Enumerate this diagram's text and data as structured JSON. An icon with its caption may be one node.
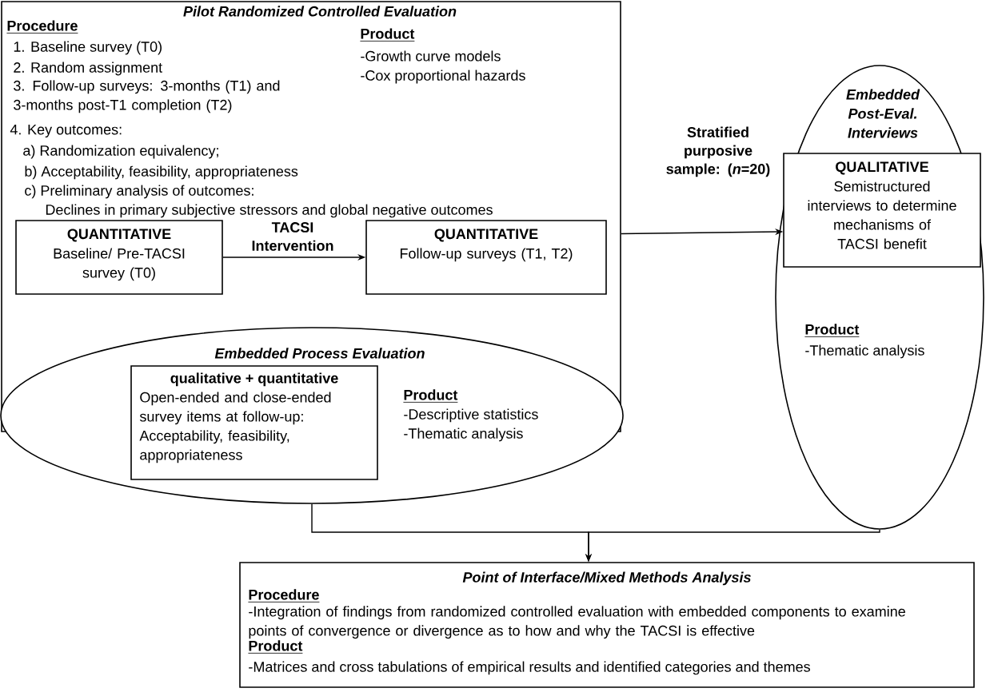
{
  "diagram": {
    "nodes": [
      {
        "text": [
          "Pilot Randomized Controlled Evaluation",
          "Procedure",
          "1. Baseline survey (T0)",
          "2. Random assignment",
          "3. Follow-up surveys: 3-months (T1) and 3-months post-T1 completion (T2)",
          "4. Key outcomes:",
          "a) Randomization equivalency;",
          "b) Acceptability, feasibility, appropriateness",
          "c) Preliminary analysis of outcomes:",
          "Declines in primary subjective stressors and global negative outcomes",
          "Product",
          "-Growth curve models",
          "-Cox proportional hazards"
        ]
      },
      {
        "text": [
          "QUANTITATIVE",
          "Baseline/ Pre-TACSI survey (T0)"
        ],
        "in": 0
      },
      {
        "text": [
          "QUANTITATIVE",
          "Follow-up surveys (T1, T2)"
        ],
        "in": 0
      },
      {
        "text": [
          "Embedded Process Evaluation",
          "Product",
          "-Descriptive statistics",
          "-Thematic analysis"
        ]
      },
      {
        "text": [
          "qualitative + quantitative",
          "Open-ended and close-ended survey items at follow-up: Acceptability, feasibility, appropriateness"
        ],
        "in": 3
      },
      {
        "text": [
          "Embedded Post-Eval. Interviews",
          "Product",
          "-Thematic analysis"
        ]
      },
      {
        "text": [
          "QUALITATIVE",
          "Semistructured interviews to determine mechanisms of TACSI benefit"
        ],
        "in": 5
      },
      {
        "text": [
          "Point of Interface/Mixed Methods Analysis",
          "Procedure",
          "-Integration of findings from randomized controlled evaluation with embedded components to examine points of convergence or divergence as to how and why the TACSI is effective",
          "Product",
          "-Matrices and cross tabulations of empirical results and identified categories and themes"
        ]
      }
    ],
    "edges": [
      {
        "from": 1,
        "to": 2,
        "arrow": "to",
        "label": "TACSI Intervention"
      },
      {
        "from": 0,
        "to": 6,
        "arrow": "to",
        "label": "Stratified purposive sample: (*n*=20)"
      },
      {
        "from": 3,
        "to": 7,
        "arrow": "to"
      },
      {
        "from": 5,
        "to": 7,
        "arrow": "to"
      }
    ]
  }
}
